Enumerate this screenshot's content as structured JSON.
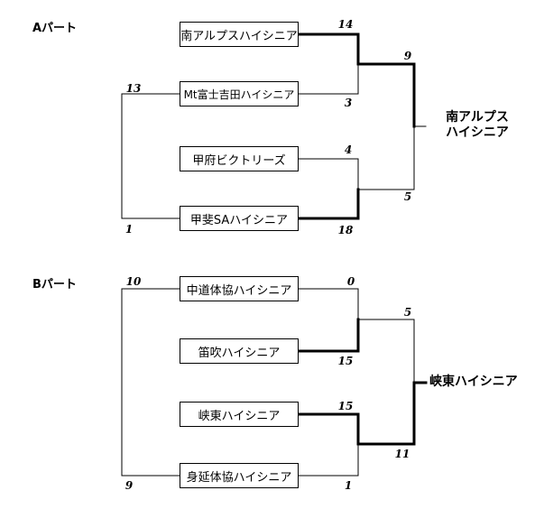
{
  "parts": {
    "a_label": "Aパート",
    "b_label": "Bパート"
  },
  "part_a": {
    "teams": [
      "南アルプスハイシニア",
      "Mt富士吉田ハイシニア",
      "甲府ビクトリーズ",
      "甲斐SAハイシニア"
    ],
    "scores": {
      "m1_top": "14",
      "m1_bottom": "3",
      "m2_top": "4",
      "m2_bottom": "18",
      "outer_top": "13",
      "outer_bottom": "1",
      "final_top": "9",
      "final_bottom": "5"
    },
    "winner_line1": "南アルプス",
    "winner_line2": "ハイシニア"
  },
  "part_b": {
    "teams": [
      "中道体協ハイシニア",
      "笛吹ハイシニア",
      "峡東ハイシニア",
      "身延体協ハイシニア"
    ],
    "scores": {
      "outer_top": "10",
      "m1_top": "0",
      "m1_bottom": "15",
      "m2_top": "15",
      "outer_bottom": "9",
      "m2_bottom": "1",
      "final_top": "5",
      "final_bottom": "11"
    },
    "winner": "峡東ハイシニア"
  }
}
